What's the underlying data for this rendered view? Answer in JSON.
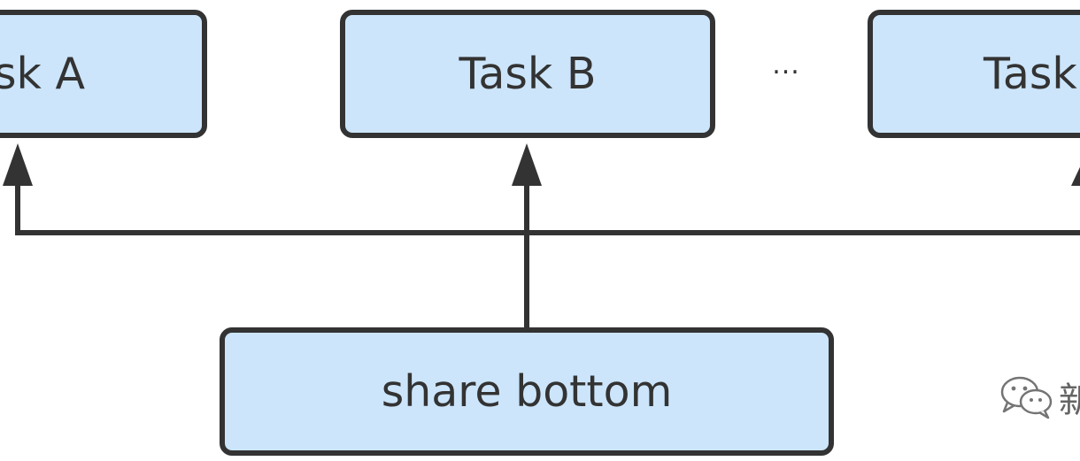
{
  "boxes": {
    "task_a": "Task A",
    "task_b": "Task B",
    "task_c": "Task C",
    "shared": "share bottom"
  },
  "ellipsis": "...",
  "watermark": {
    "text": "新"
  },
  "colors": {
    "box_fill": "#cce5fb",
    "stroke": "#333333",
    "background": "#ffffff"
  }
}
